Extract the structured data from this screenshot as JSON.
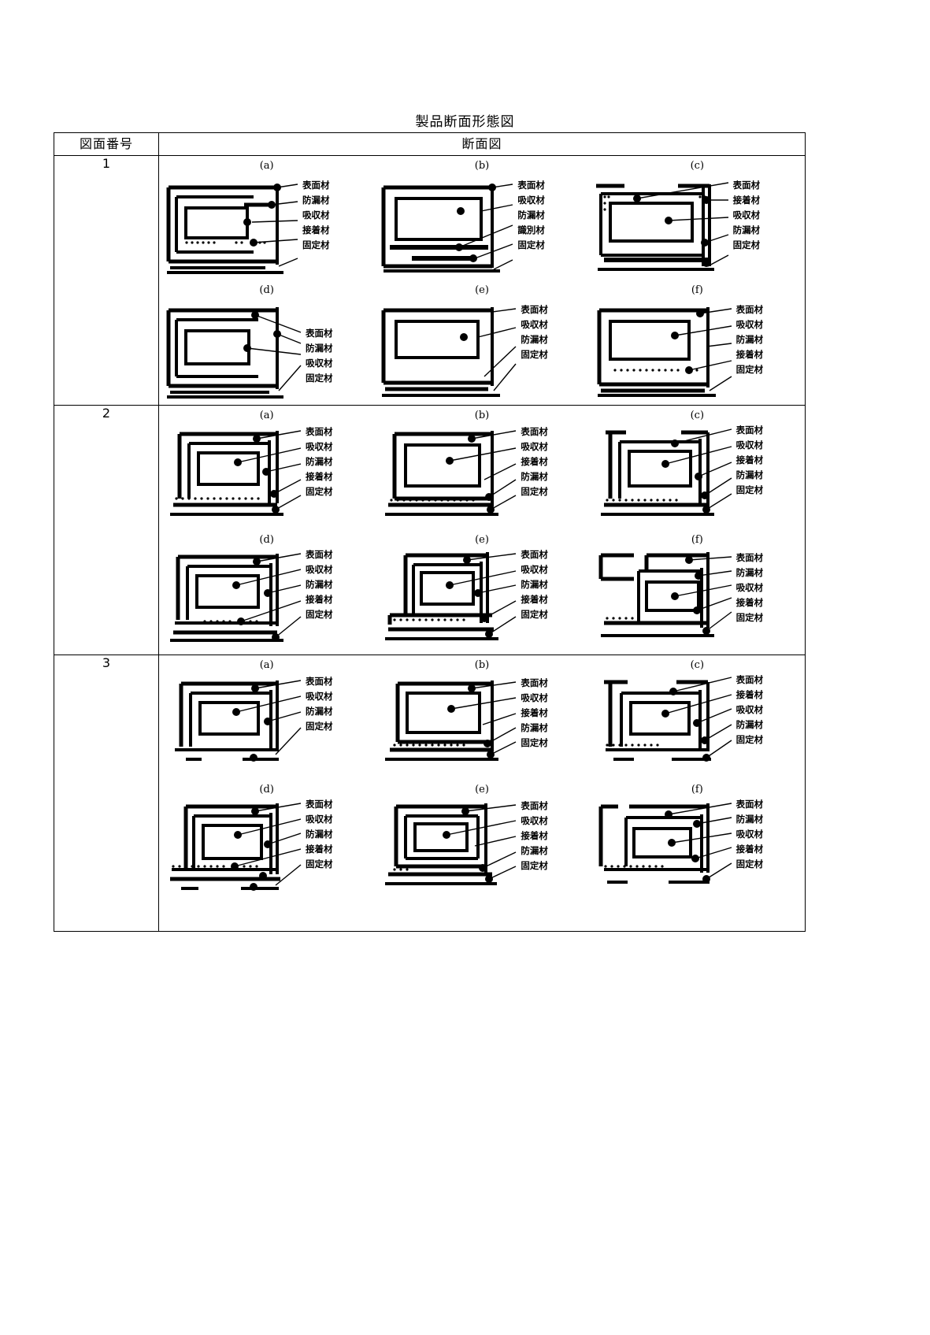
{
  "document": {
    "title": "製品断面形態図"
  },
  "table": {
    "headers": {
      "drawing_number": "図面番号",
      "cross_section": "断面図"
    },
    "rows": [
      {
        "number": "1",
        "figures": [
          {
            "key": "(a)",
            "labels": [
              "表面材",
              "防漏材",
              "吸収材",
              "接着材",
              "固定材"
            ]
          },
          {
            "key": "(b)",
            "labels": [
              "表面材",
              "吸収材",
              "防漏材",
              "識別材",
              "固定材"
            ]
          },
          {
            "key": "(c)",
            "labels": [
              "表面材",
              "接着材",
              "吸収材",
              "防漏材",
              "固定材"
            ]
          },
          {
            "key": "(d)",
            "labels": [
              "表面材",
              "防漏材",
              "吸収材",
              "固定材"
            ]
          },
          {
            "key": "(e)",
            "labels": [
              "表面材",
              "吸収材",
              "防漏材",
              "固定材"
            ]
          },
          {
            "key": "(f)",
            "labels": [
              "表面材",
              "吸収材",
              "防漏材",
              "接着材",
              "固定材"
            ]
          }
        ]
      },
      {
        "number": "2",
        "figures": [
          {
            "key": "(a)",
            "labels": [
              "表面材",
              "吸収材",
              "防漏材",
              "接着材",
              "固定材"
            ]
          },
          {
            "key": "(b)",
            "labels": [
              "表面材",
              "吸収材",
              "接着材",
              "防漏材",
              "固定材"
            ]
          },
          {
            "key": "(c)",
            "labels": [
              "表面材",
              "吸収材",
              "接着材",
              "防漏材",
              "固定材"
            ]
          },
          {
            "key": "(d)",
            "labels": [
              "表面材",
              "吸収材",
              "防漏材",
              "接着材",
              "固定材"
            ]
          },
          {
            "key": "(e)",
            "labels": [
              "表面材",
              "吸収材",
              "防漏材",
              "接着材",
              "固定材"
            ]
          },
          {
            "key": "(f)",
            "labels": [
              "表面材",
              "防漏材",
              "吸収材",
              "接着材",
              "固定材"
            ]
          }
        ]
      },
      {
        "number": "3",
        "figures": [
          {
            "key": "(a)",
            "labels": [
              "表面材",
              "吸収材",
              "防漏材",
              "固定材"
            ]
          },
          {
            "key": "(b)",
            "labels": [
              "表面材",
              "吸収材",
              "接着材",
              "防漏材",
              "固定材"
            ]
          },
          {
            "key": "(c)",
            "labels": [
              "表面材",
              "接着材",
              "吸収材",
              "防漏材",
              "固定材"
            ]
          },
          {
            "key": "(d)",
            "labels": [
              "表面材",
              "吸収材",
              "防漏材",
              "接着材",
              "固定材"
            ]
          },
          {
            "key": "(e)",
            "labels": [
              "表面材",
              "吸収材",
              "接着材",
              "防漏材",
              "固定材"
            ]
          },
          {
            "key": "(f)",
            "labels": [
              "表面材",
              "防漏材",
              "吸収材",
              "接着材",
              "固定材"
            ]
          }
        ]
      }
    ]
  },
  "colors": {
    "ink": "#000000",
    "paper": "#ffffff",
    "rule": "#000000"
  }
}
